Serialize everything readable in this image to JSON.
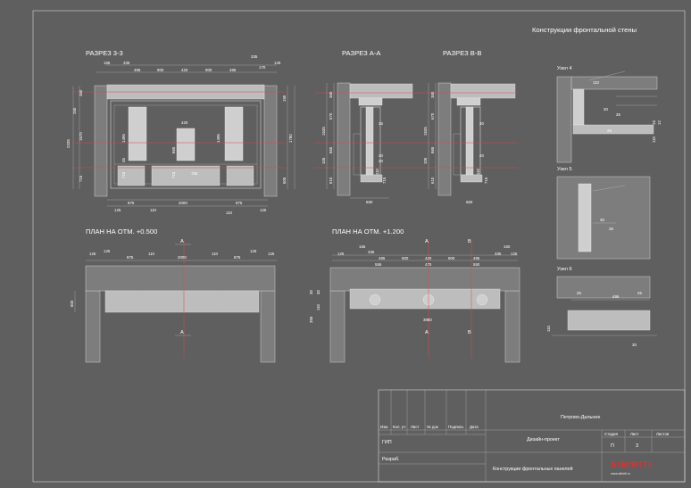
{
  "sheet": {
    "title": "Конструкции фронтальной стены",
    "colors": {
      "background": "#5f5f5f",
      "line": "#d8d8d8",
      "axis": "#e04848",
      "logo": "#e03030"
    }
  },
  "views": {
    "section_33": {
      "title": "РАЗРЕЗ 3-3",
      "top_dims": [
        "165",
        "335",
        "495",
        "900",
        "420",
        "900",
        "495",
        "335",
        "170",
        "125"
      ],
      "bottom_dims": [
        "125",
        "875",
        "2000",
        "875",
        "125"
      ],
      "below_dims": [
        "110",
        "110"
      ],
      "left_dims": [
        "360",
        "250",
        "1570",
        "2335",
        "715"
      ],
      "inner_dims": [
        "420",
        "1495",
        "1495",
        "35",
        "710",
        "715",
        "865",
        "750"
      ],
      "right_dims": [
        "150",
        "1780",
        "605"
      ]
    },
    "section_aa": {
      "title": "РАЗРЕЗ А-А",
      "dims": [
        "360",
        "670",
        "1535",
        "865",
        "105",
        "610",
        "715",
        "650",
        "35",
        "30",
        "20",
        "110"
      ]
    },
    "section_bb": {
      "title": "РАЗРЕЗ В-В",
      "dims": [
        "360",
        "670",
        "1535",
        "865",
        "105",
        "610",
        "715",
        "650",
        "30",
        "20",
        "110"
      ]
    },
    "plan_500": {
      "title": "ПЛАН НА ОТМ. +0.500",
      "dims": [
        "125",
        "125",
        "875",
        "110",
        "2000",
        "110",
        "875",
        "125",
        "125"
      ],
      "side_dims": [
        "600"
      ],
      "cut_labels": [
        "А",
        "А"
      ]
    },
    "plan_1200": {
      "title": "ПЛАН НА ОТМ. +1.200",
      "dims_row1": [
        "165",
        "335",
        "160"
      ],
      "dims_row2": [
        "125",
        "495",
        "900",
        "420",
        "900",
        "495",
        "335",
        "125"
      ],
      "dims_row3": [
        "555",
        "470",
        "550"
      ],
      "side_dims": [
        "110",
        "355",
        "30",
        "30"
      ],
      "center_dim": "3980",
      "cut_labels": [
        "А",
        "В",
        "А",
        "В"
      ]
    },
    "nodes": [
      {
        "title": "Узел 4",
        "dims": [
          "110",
          "30",
          "35",
          "15",
          "12",
          "110",
          "25"
        ]
      },
      {
        "title": "Узел 5",
        "dims": [
          "30",
          "35"
        ]
      },
      {
        "title": "Узел 6",
        "dims": [
          "495",
          "25",
          "25",
          "110",
          "30"
        ]
      }
    ]
  },
  "title_block": {
    "project": "Петрово-Дальнее",
    "stage_header": "Стадия",
    "sheet_header": "Лист",
    "sheets_header": "Листов",
    "stage": "П",
    "sheet": "3",
    "sheets": "",
    "design": "Дизайн-проект",
    "drawing_name": "Конструкции фронтальных панелей",
    "col_headers": [
      "Изм.",
      "Кол. уч",
      "Лист",
      "№ док",
      "Подпись",
      "Дата"
    ],
    "roles": [
      "ГИП",
      "Разраб."
    ],
    "logo": "SIBIRITI",
    "logo_url": "www.sibiriti.ru"
  }
}
